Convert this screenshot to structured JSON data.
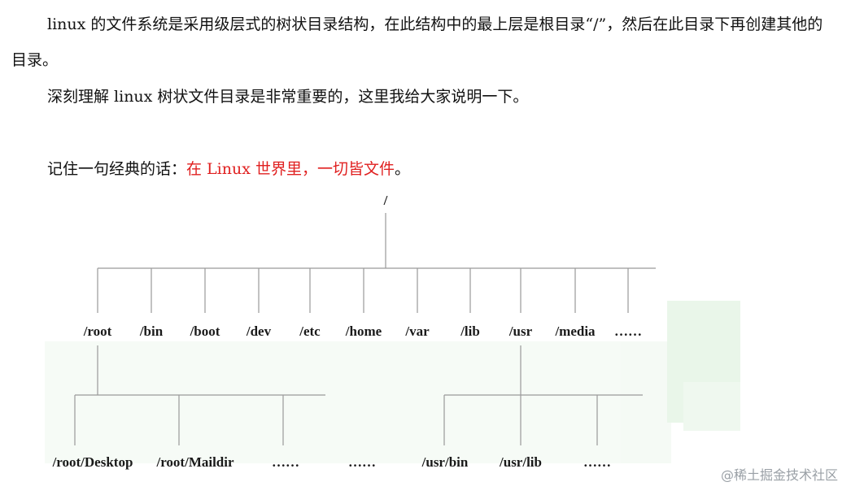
{
  "text": {
    "p1": "linux 的文件系统是采用级层式的树状目录结构，在此结构中的最上层是根目录“/”，然后在此目录下再创建其他的目录。",
    "p2": "深刻理解 linux 树状文件目录是非常重要的，这里我给大家说明一下。",
    "p3_prefix": "记住一句经典的话：",
    "p3_highlight": "在 Linux 世界里，一切皆文件",
    "p3_suffix": "。"
  },
  "tree": {
    "root": "/",
    "level1": [
      "/root",
      "/bin",
      "/boot",
      "/dev",
      "/etc",
      "/home",
      "/var",
      "/lib",
      "/usr",
      "/media",
      "……"
    ],
    "root_children": [
      "/root/Desktop",
      "/root/Maildir",
      "……",
      "……"
    ],
    "usr_children": [
      "/usr/bin",
      "/usr/lib",
      "……"
    ]
  },
  "watermark": {
    "text": "@稀土掘金技术社区"
  },
  "colors": {
    "highlight": "#e02020",
    "watermark_green": "#d8efd8"
  }
}
